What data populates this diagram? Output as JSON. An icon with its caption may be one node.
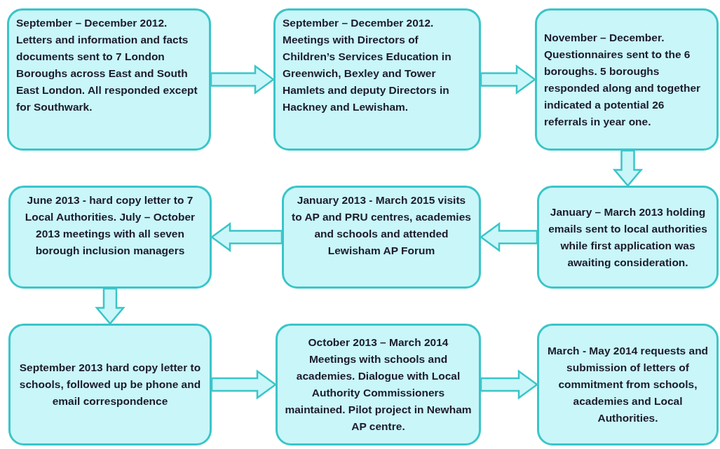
{
  "diagram": {
    "nodes": [
      {
        "text": [
          "September – December 2012.",
          "Letters and information and facts documents sent to 7 London Boroughs across East and South East London. All responded except for Southwark."
        ]
      },
      {
        "text": [
          "September – December 2012.",
          "Meetings with Directors of Children’s Services Education in Greenwich, Bexley and Tower Hamlets and deputy Directors in Hackney and Lewisham."
        ]
      },
      {
        "text": [
          "November – December. Questionnaires sent to the 6 boroughs.  5 boroughs responded along and together indicated a potential 26 referrals in year one."
        ]
      },
      {
        "text": [
          "June 2013 - hard copy letter to 7 Local Authorities.  July – October 2013 meetings with all seven borough inclusion managers"
        ]
      },
      {
        "text": [
          "January 2013  -  March 2015 visits to AP and PRU centres, academies and schools and attended Lewisham AP Forum"
        ]
      },
      {
        "text": [
          "January – March 2013 holding emails sent to local authorities while first application was awaiting consideration."
        ]
      },
      {
        "text": [
          "September 2013 hard copy letter to schools, followed up be phone and email correspondence"
        ]
      },
      {
        "text": [
          "October 2013 – March 2014 Meetings with schools and academies.  Dialogue with Local Authority Commissioners maintained. Pilot project in Newham AP centre."
        ]
      },
      {
        "text": [
          "March - May 2014 requests and submission of letters of commitment from schools,  academies and Local Authorities."
        ]
      }
    ],
    "edges": [
      {
        "from": 0,
        "to": 1,
        "arrow": "to"
      },
      {
        "from": 1,
        "to": 2,
        "arrow": "to"
      },
      {
        "from": 2,
        "to": 5,
        "arrow": "to"
      },
      {
        "from": 5,
        "to": 4,
        "arrow": "to"
      },
      {
        "from": 4,
        "to": 3,
        "arrow": "to"
      },
      {
        "from": 3,
        "to": 6,
        "arrow": "to"
      },
      {
        "from": 6,
        "to": 7,
        "arrow": "to"
      },
      {
        "from": 7,
        "to": 8,
        "arrow": "to"
      }
    ]
  }
}
